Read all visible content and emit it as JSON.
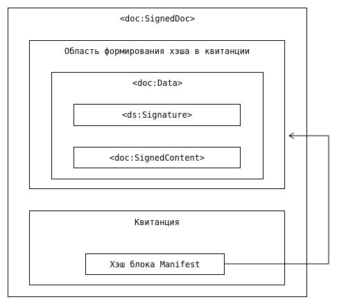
{
  "diagram": {
    "signed_doc": "<doc:SignedDoc>",
    "hash_area": "Область формирования хэша в квитанции",
    "data": "<doc:Data>",
    "signature": "<ds:Signature>",
    "signed_content": "<doc:SignedContent>",
    "receipt": "Квитанция",
    "manifest_hash": "Хэш блока Manifest"
  },
  "colors": {
    "stroke": "#000000",
    "background": "#ffffff"
  }
}
